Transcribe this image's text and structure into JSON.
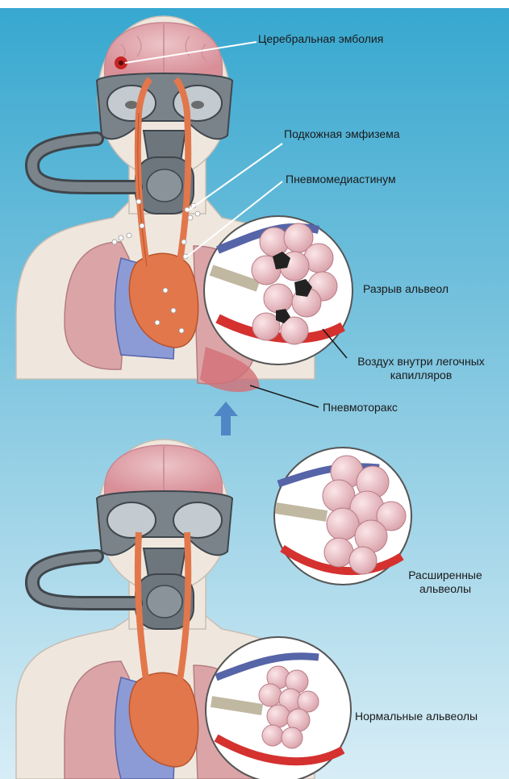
{
  "labels": {
    "cerebral_embolism": "Церебральная эмболия",
    "subcutaneous_emphysema": "Подкожная эмфизема",
    "pneumomediastinum": "Пневмомедиастинум",
    "alveolar_rupture": "Разрыв альвеол",
    "air_in_capillaries_line1": "Воздух внутри легочных",
    "air_in_capillaries_line2": "капилляров",
    "pneumothorax": "Пневмоторакс",
    "expanded_alveoli_line1": "Расширенные",
    "expanded_alveoli_line2": "альвеолы",
    "normal_alveoli": "Нормальные альвеолы"
  },
  "colors": {
    "sky_top": "#36a7cf",
    "sky_bottom": "#d7edf6",
    "skin": "#efe7de",
    "brain": "#e7b9bf",
    "mask": "#7a838a",
    "lung": "#dba5a8",
    "heart": "#e2774c",
    "vein_blue": "#8c9bd6",
    "artery_red": "#d4312f",
    "alveoli": "#f0cbd0",
    "arrow": "#4f86c6"
  },
  "icons": {
    "arrow": "up-arrow-icon"
  }
}
